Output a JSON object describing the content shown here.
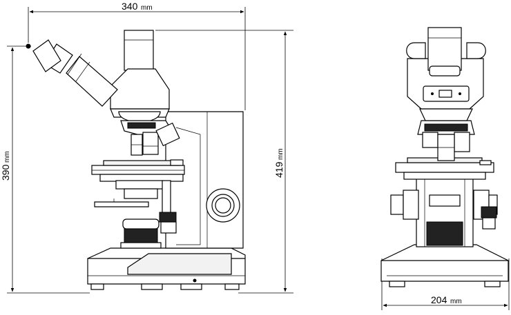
{
  "dimensions": {
    "width_top": {
      "value": "340",
      "unit": "mm"
    },
    "height_left": {
      "value": "390",
      "unit": "mm"
    },
    "height_right": {
      "value": "419",
      "unit": "mm"
    },
    "width_bottom": {
      "value": "204",
      "unit": "mm"
    }
  }
}
